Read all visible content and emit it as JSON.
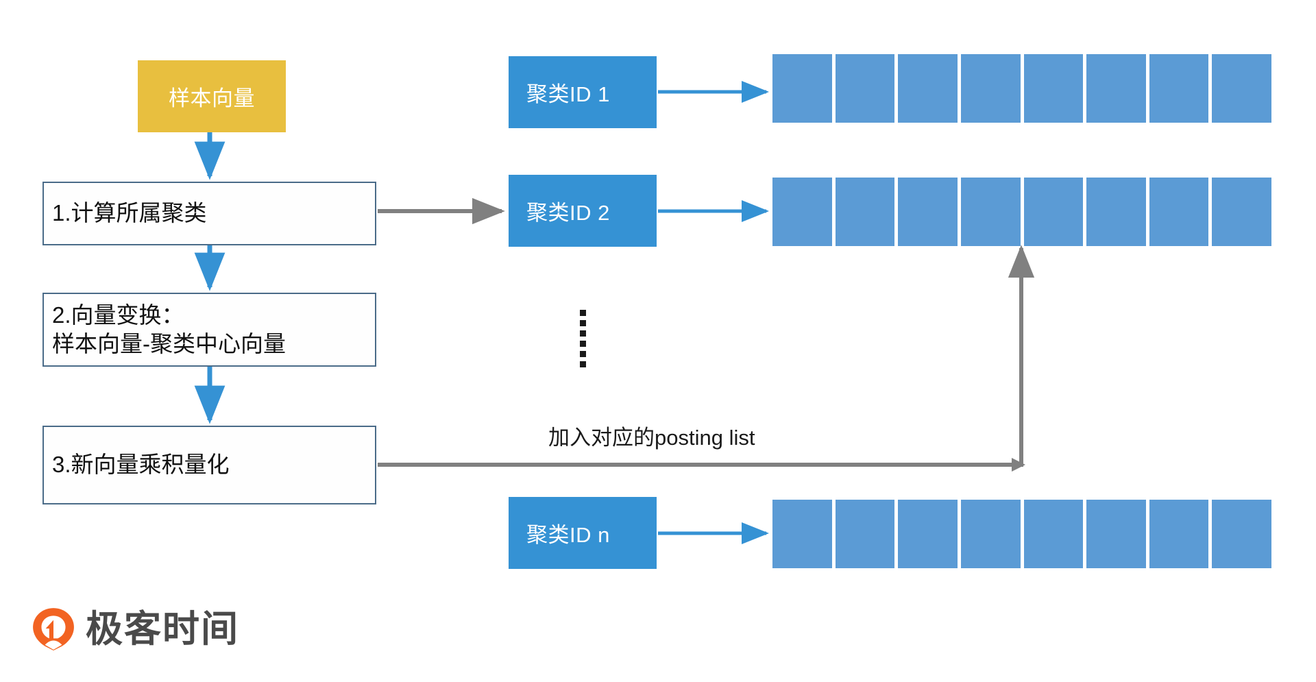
{
  "diagram": {
    "title": "IVF posting list construction flow",
    "colors": {
      "sample_box_fill": "#E8BF3F",
      "process_box_border": "#4A6B88",
      "cluster_box_fill": "#3592D4",
      "posting_cell_fill": "#5B9BD5",
      "blue_arrow": "#3592D4",
      "gray_arrow": "#808080",
      "logo_orange": "#F26322",
      "logo_text": "#4A4A4A"
    },
    "input": {
      "label": "样本向量"
    },
    "steps": [
      {
        "label": "1.计算所属聚类"
      },
      {
        "label": "2.向量变换：\n  样本向量-聚类中心向量"
      },
      {
        "label": "3.新向量乘积量化"
      }
    ],
    "clusters": [
      {
        "label": "聚类ID 1",
        "cells": 8
      },
      {
        "label": "聚类ID 2",
        "cells": 8
      },
      {
        "label": "聚类ID n",
        "cells": 8
      }
    ],
    "ellipsis_dots": 6,
    "annotation": {
      "posting_list_label": "加入对应的posting list"
    },
    "brand": {
      "name": "极客时间",
      "mark": "geekbang-logo-icon"
    }
  }
}
